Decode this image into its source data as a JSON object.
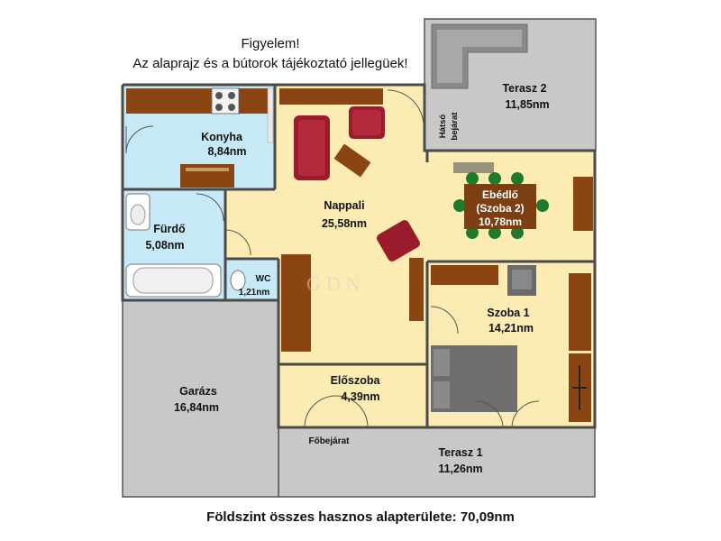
{
  "notice": {
    "line1": "Figyelem!",
    "line2": "Az alaprajz és a bútorok tájékoztató jellegüek!"
  },
  "rooms": {
    "konyha": {
      "name": "Konyha",
      "area": "8,84nm"
    },
    "nappali": {
      "name": "Nappali",
      "area": "25,58nm"
    },
    "furdo": {
      "name": "Fürdő",
      "area": "5,08nm"
    },
    "wc": {
      "name": "WC",
      "area": "1,21nm"
    },
    "garazs": {
      "name": "Garázs",
      "area": "16,84nm"
    },
    "eloszoba": {
      "name": "Előszoba",
      "area": "4,39nm"
    },
    "szoba1": {
      "name": "Szoba 1",
      "area": "14,21nm"
    },
    "ebedlo": {
      "name": "Ebédlő",
      "sub": "(Szoba 2)",
      "area": "10,78nm"
    },
    "terasz1": {
      "name": "Terasz 1",
      "area": "11,26nm"
    },
    "terasz2": {
      "name": "Terasz 2",
      "area": "11,85nm"
    }
  },
  "labels": {
    "hatso1": "Hátsó",
    "hatso2": "bejárat",
    "fobejarat": "Főbejárat"
  },
  "watermark": "GDN",
  "summary": "Földszint összes hasznos alapterülete: 70,09nm",
  "colors": {
    "living": "#fcecb4",
    "wet": "#c7e9f7",
    "terrace": "#c8c8c8",
    "wall": "#4a4a4a",
    "wood": "#8b4513",
    "sofa": "#9a1b2b",
    "bed": "#7a7a7a",
    "table": "#7b3f12",
    "chair": "#1f7a2e"
  }
}
